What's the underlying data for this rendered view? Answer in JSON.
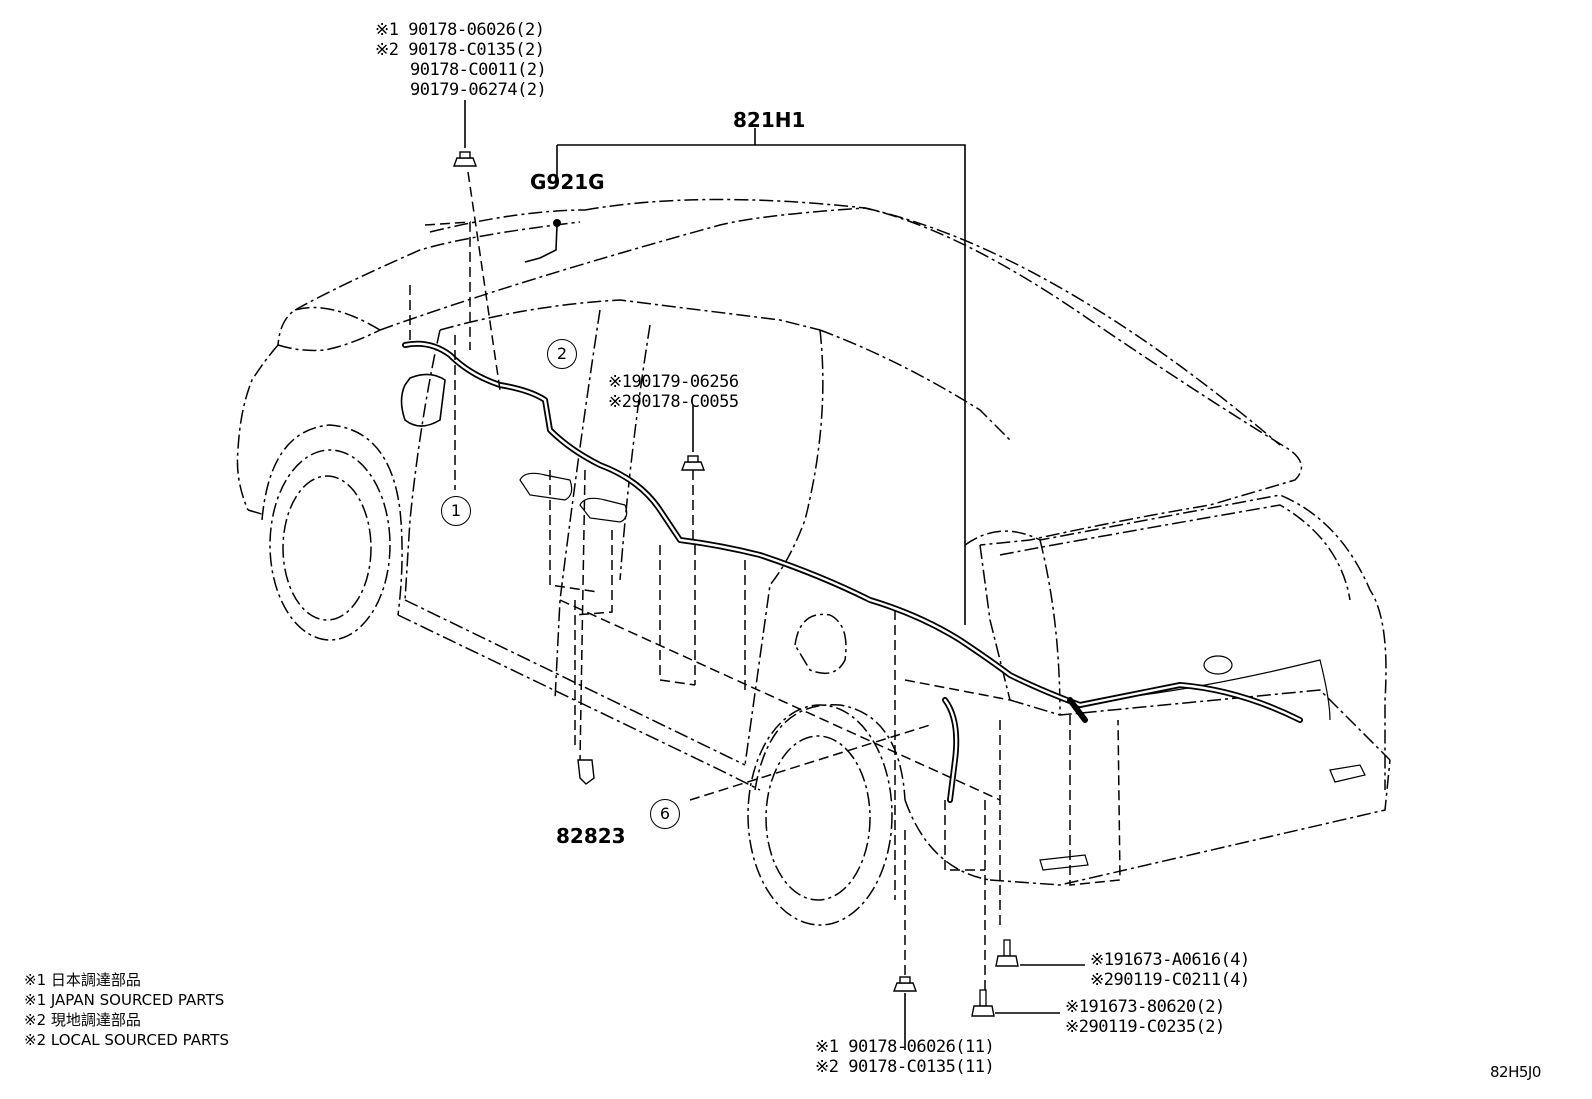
{
  "part_labels": {
    "top_left_1": "※1 90178-06026(2)",
    "top_left_2": "※2 90178-C0135(2)",
    "top_left_3": "90178-C0011(2)",
    "top_left_4": "90179-06274(2)",
    "harness": "821H1",
    "ground": "G921G",
    "mid_1": "※190179-06256",
    "mid_2": "※290178-C0055",
    "clip": "82823",
    "right_1": "※191673-A0616(4)",
    "right_2": "※290119-C0211(4)",
    "right_3": "※191673-80620(2)",
    "right_4": "※290119-C0235(2)",
    "bottom_1": "※1 90178-06026(11)",
    "bottom_2": "※2 90178-C0135(11)"
  },
  "callouts": {
    "c1": "1",
    "c2": "2",
    "c6": "6"
  },
  "notes": {
    "n1": "※1 日本調達部品",
    "n2": "※1 JAPAN SOURCED PARTS",
    "n3": "※2 現地調達部品",
    "n4": "※2 LOCAL SOURCED PARTS"
  },
  "figure_code": "82H5J0"
}
